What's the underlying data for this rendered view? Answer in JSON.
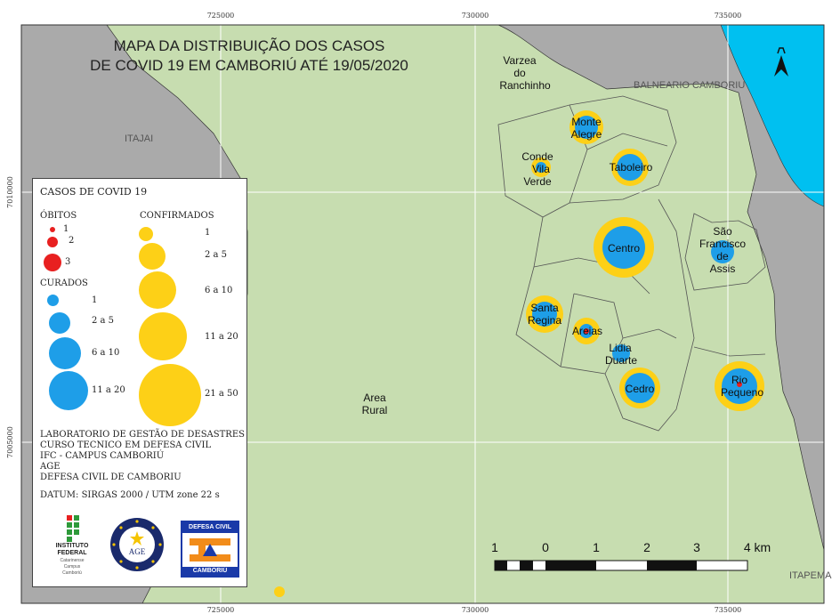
{
  "title": {
    "line1": "MAPA DA DISTRIBUIÇÃO DOS CASOS",
    "line2": "DE COVID 19 EM CAMBORIÚ ATÉ 19/05/2020"
  },
  "coords": {
    "top": [
      "725000",
      "730000",
      "735000"
    ],
    "bottom": [
      "725000",
      "730000",
      "735000"
    ],
    "left": [
      "7010000",
      "7005000"
    ]
  },
  "regions": {
    "itajai": "ITAJAI",
    "balneario": "BALNEARIO CAMBORIU",
    "itapema": "ITAPEMA"
  },
  "neighborhoods": {
    "varzea": [
      "Varzea",
      "do",
      "Ranchinho"
    ],
    "monte_alegre": [
      "Monte",
      "Alegre"
    ],
    "conde_vila_verde": [
      "Conde",
      "Vila",
      "Verde"
    ],
    "taboleiro": [
      "Taboleiro"
    ],
    "centro": [
      "Centro"
    ],
    "sao_francisco": [
      "São",
      "Francisco",
      "de",
      "Assis"
    ],
    "santa_regina": [
      "Santa",
      "Regina"
    ],
    "areias": [
      "Areias"
    ],
    "lidia_duarte": [
      "Lidia",
      "Duarte"
    ],
    "cedro": [
      "Cedro"
    ],
    "rio_pequeno": [
      "Rio",
      "Pequeno"
    ],
    "area_rural": [
      "Area",
      "Rural"
    ]
  },
  "legend": {
    "title": "CASOS DE COVID 19",
    "obitos": {
      "title": "ÓBITOS",
      "classes": [
        "1",
        "2",
        "3"
      ]
    },
    "curados": {
      "title": "CURADOS",
      "classes": [
        "1",
        "2 a 5",
        "6 a 10",
        "11 a 20"
      ]
    },
    "confirmados": {
      "title": "CONFIRMADOS",
      "classes": [
        "1",
        "2 a 5",
        "6 a 10",
        "11 a 20",
        "21 a 50"
      ]
    },
    "credits": [
      "LABORATORIO DE GESTÃO DE DESASTRES",
      "CURSO TECNICO EM DEFESA CIVIL",
      "IFC - CAMPUS CAMBORIÚ",
      "AGE",
      "DEFESA CIVIL DE CAMBORIU"
    ],
    "datum": "DATUM: SIRGAS 2000 / UTM zone 22 s",
    "logos": {
      "ifc": [
        "INSTITUTO",
        "FEDERAL",
        "Catarinense",
        "Campus",
        "Camboriú"
      ],
      "age": "AGE",
      "defesa": [
        "DEFESA CIVIL",
        "CAMBORIÚ"
      ]
    }
  },
  "scale": {
    "labels": [
      "1",
      "0",
      "1",
      "2",
      "3",
      "4 km"
    ]
  },
  "colors": {
    "background": "#aaaaaa",
    "municipality": "#c7ddb0",
    "sea": "#00c0f0",
    "confirmed": "#fdd017",
    "cured": "#1e9ee8",
    "deaths": "#e82020",
    "grid": "#ffffff"
  }
}
